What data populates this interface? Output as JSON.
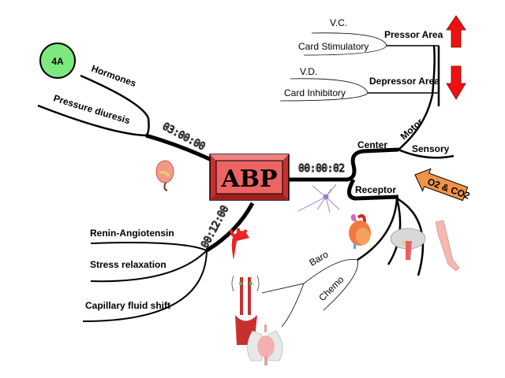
{
  "badge": {
    "label": "4A",
    "color": "#7ee87e"
  },
  "center_node": {
    "label": "ABP",
    "color": "#e85a5a"
  },
  "timers": {
    "long_term": "03:00:00",
    "immediate": "00:00:02",
    "intermediate": "00:12:00"
  },
  "long_term_branches": [
    "Hormones",
    "Pressure diuresis"
  ],
  "intermediate_branches": [
    "Renin-Angiotensin",
    "Stress relaxation",
    "Capillary fluid shift"
  ],
  "nervous": {
    "center": "Center",
    "motor": "Motor",
    "sensory": "Sensory",
    "receptor": "Receptor",
    "pressor_area": "Pressor Area",
    "depressor_area": "Depressor Area",
    "pressor_items": [
      "V.C.",
      "Card Stimulatory"
    ],
    "depressor_items": [
      "V.D.",
      "Card Inhibitory"
    ],
    "stimulus_arrow": "O2 & CO2",
    "receptor_types": [
      "Baro",
      "Chemo"
    ]
  },
  "colors": {
    "arrow_red": "#ee1111",
    "stimulus_orange": "#f0934a"
  },
  "icons": [
    "kidney-icon",
    "neuron-icon",
    "heart-icon",
    "brain-icon",
    "arm-icon",
    "aorta-icon",
    "carotid-artery-icon",
    "lungs-icon"
  ]
}
